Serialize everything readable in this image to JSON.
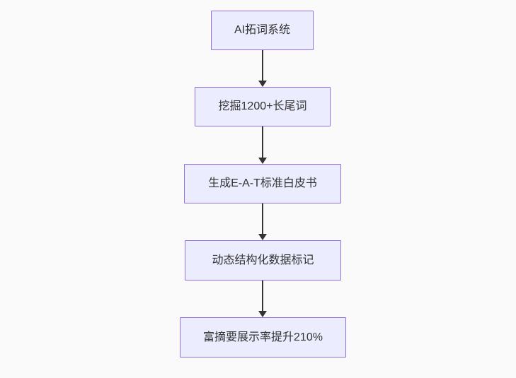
{
  "diagram": {
    "type": "flowchart-vertical",
    "background_color": "#fafafa",
    "node_fill_color": "#ECECFF",
    "node_border_color": "#9370DB",
    "text_color": "#333333",
    "arrow_color": "#333333",
    "nodes": [
      {
        "id": "n0",
        "label": "AI拓词系统"
      },
      {
        "id": "n1",
        "label": "挖掘1200+长尾词"
      },
      {
        "id": "n2",
        "label": "生成E-A-T标准白皮书"
      },
      {
        "id": "n3",
        "label": "动态结构化数据标记"
      },
      {
        "id": "n4",
        "label": "富摘要展示率提升210%"
      }
    ],
    "edges": [
      {
        "from": "n0",
        "to": "n1"
      },
      {
        "from": "n1",
        "to": "n2"
      },
      {
        "from": "n2",
        "to": "n3"
      },
      {
        "from": "n3",
        "to": "n4"
      }
    ]
  }
}
